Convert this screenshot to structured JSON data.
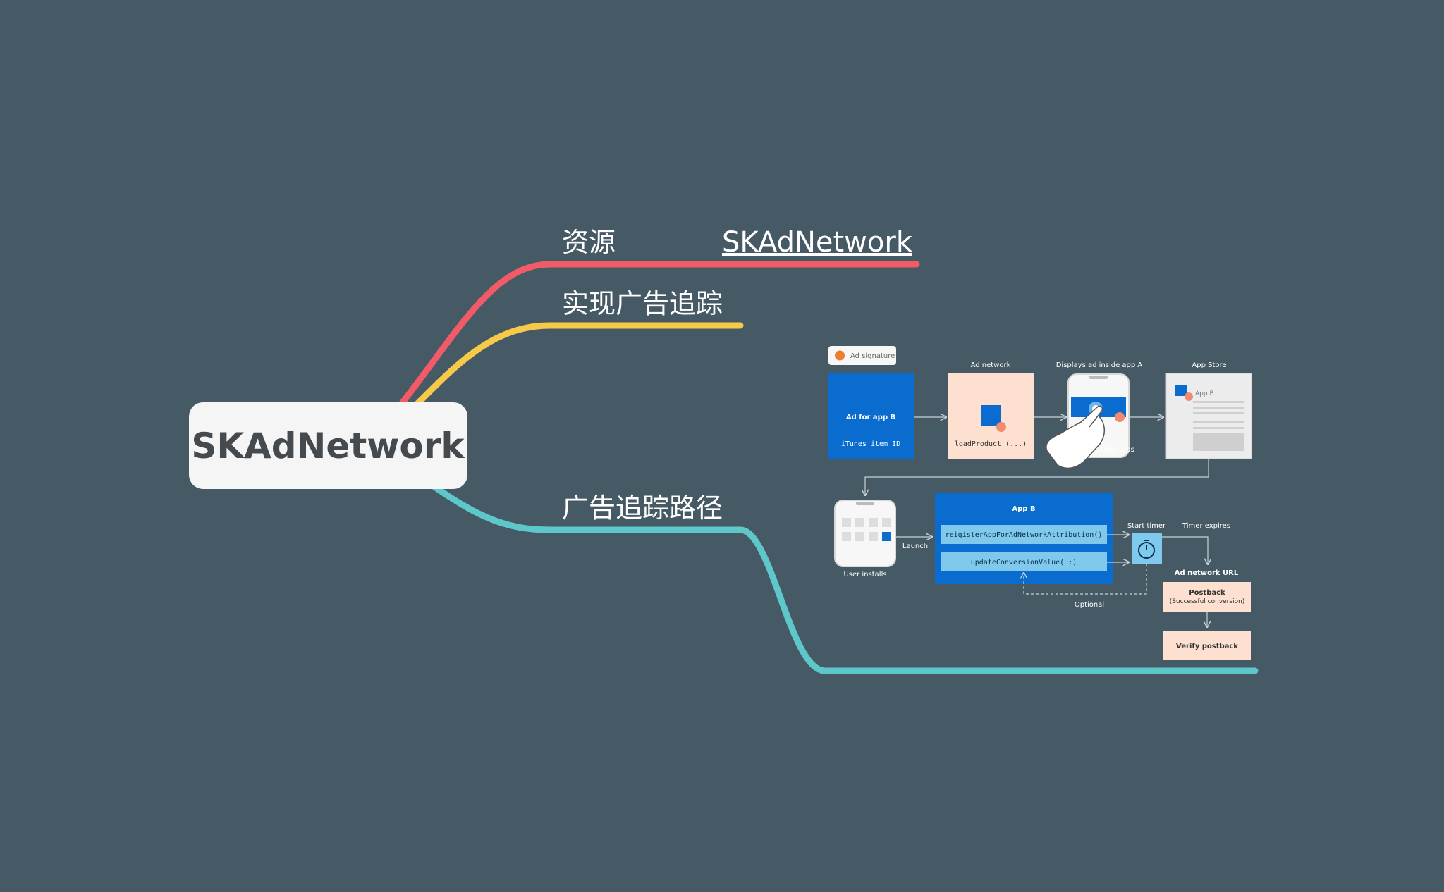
{
  "mindmap": {
    "root": {
      "label": "SKAdNetwork"
    },
    "branches": [
      {
        "label": "资源",
        "link_label": "SKAdNetwork",
        "color": "#f15b67"
      },
      {
        "label": "实现广告追踪",
        "color": "#f7c948"
      },
      {
        "label": "广告追踪路径",
        "color": "#5ec7c9"
      }
    ]
  },
  "diagram": {
    "ad_signature": "Ad signature",
    "ad_for_app_b": "Ad for app B",
    "itunes_item_id": "iTunes item ID",
    "ad_network": "Ad network",
    "load_product": "loadProduct (...)",
    "displays_ad": "Displays ad inside app A",
    "user_taps": "User taps",
    "app_store": "App Store",
    "app_b_small": "App B",
    "user_installs": "User installs",
    "launch": "Launch",
    "app_b_title": "App B",
    "register_call": "reigisterAppForAdNetworkAttribution()",
    "update_call": "updateConversionValue(_:)",
    "start_timer": "Start timer",
    "timer_expires": "Timer expires",
    "optional": "Optional",
    "ad_network_url": "Ad network URL",
    "postback_title": "Postback",
    "postback_sub": "(Successful conversion)",
    "verify_postback": "Verify postback",
    "colors": {
      "blue": "#0a6ccf",
      "peach": "#fde0cf",
      "light_blue": "#7ec9ec",
      "coral": "#f28a6d",
      "orange": "#ee7d2f"
    }
  }
}
